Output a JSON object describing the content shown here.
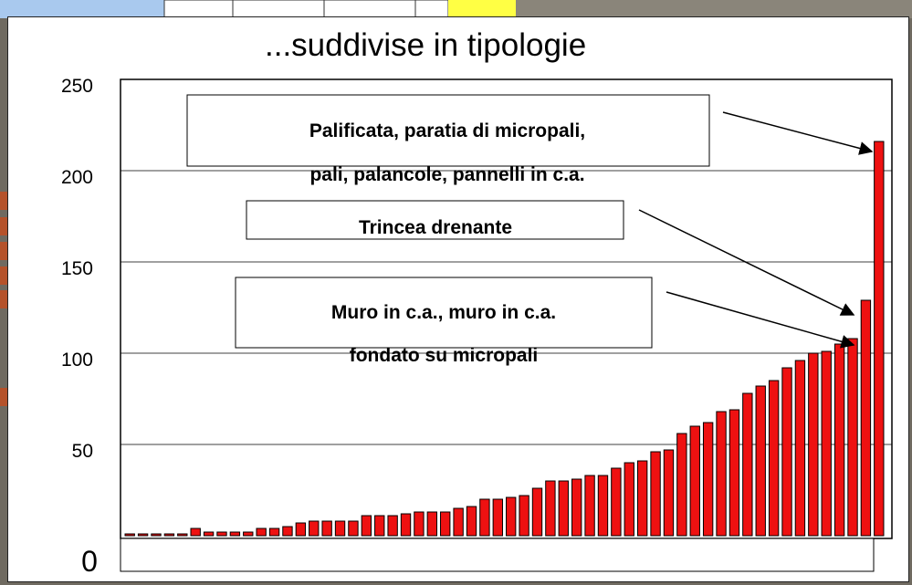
{
  "slide": {
    "title": "...suddivise in tipologie"
  },
  "colors": {
    "bar_fill": "#ee1111",
    "bar_stroke": "#000000",
    "grid": "#000000",
    "background": "#ffffff"
  },
  "annotations": [
    {
      "id": "palificata",
      "lines": [
        "Palificata, paratia di micropali,",
        "pali, palancole, pannelli in c.a."
      ]
    },
    {
      "id": "trincea",
      "lines": [
        "Trincea drenante"
      ]
    },
    {
      "id": "muro",
      "lines": [
        "Muro in c.a., muro in c.a.",
        "fondato su micropali"
      ]
    }
  ],
  "chart_data": {
    "type": "bar",
    "title": "...suddivise in tipologie",
    "xlabel": "",
    "ylabel": "",
    "ylim": [
      0,
      250
    ],
    "yticks": [
      0,
      50,
      100,
      150,
      200,
      250
    ],
    "grid": true,
    "legend": "none",
    "values": [
      1,
      1,
      1,
      1,
      1,
      4,
      2,
      2,
      2,
      2,
      4,
      4,
      5,
      7,
      8,
      8,
      8,
      8,
      11,
      11,
      11,
      12,
      13,
      13,
      13,
      15,
      16,
      20,
      20,
      21,
      22,
      26,
      30,
      30,
      31,
      33,
      33,
      37,
      40,
      41,
      46,
      47,
      56,
      60,
      62,
      68,
      69,
      78,
      82,
      85,
      92,
      96,
      100,
      101,
      105,
      108,
      129,
      216
    ]
  }
}
